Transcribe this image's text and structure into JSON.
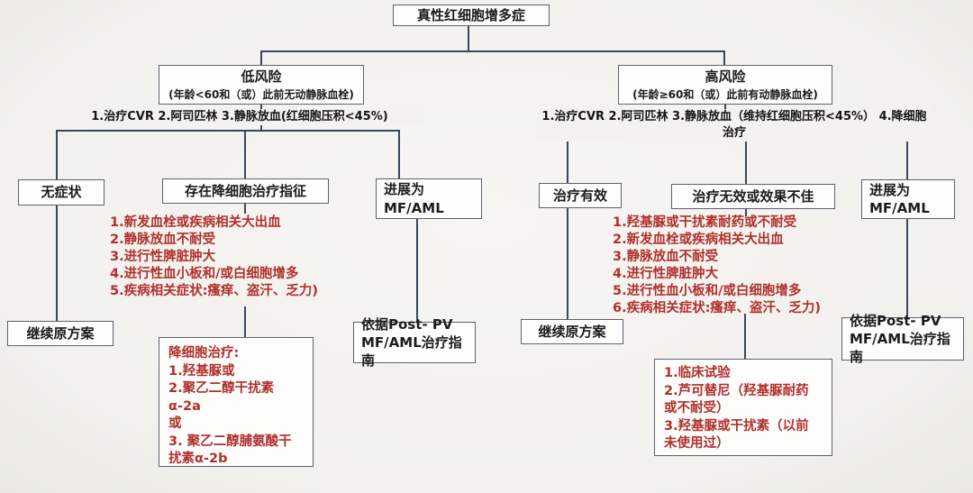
{
  "colors": {
    "background": "#f3f2ef",
    "box_background": "#fdfdfc",
    "box_border": "#5a6372",
    "connector_line": "#3a4760",
    "text_black": "#1c1c1c",
    "text_red": "#b0302c"
  },
  "root": {
    "label": "真性红细胞增多症"
  },
  "low_risk": {
    "title": "低风险",
    "subtitle": "(年龄<60和（或）此前无动静脉血栓)",
    "treatment": "1.治疗CVR 2.阿司匹林 3.静脉放血(红细胞压积<45%)",
    "nodes": {
      "asymptomatic": "无症状",
      "indication": "存在降细胞治疗指征",
      "progression": "进展为\nMF/AML"
    },
    "criteria": [
      "1.新发血栓或疾病相关大出血",
      "2.静脉放血不耐受",
      "3.进行性脾脏肿大",
      "4.进行性血小板和/或白细胞增多",
      "5.疾病相关症状:瘙痒、盗汗、乏力)"
    ],
    "outcomes": {
      "continue": "继续原方案",
      "cytoreduction": "降细胞治疗:\n1.羟基脲或\n2.聚乙二醇干扰素α-2a\n或\n3. 聚乙二醇脯氨酸干\n扰素α-2b",
      "guideline": "依据Post- PV\nMF/AML治疗指南"
    }
  },
  "high_risk": {
    "title": "高风险",
    "subtitle": "(年龄≥60和（或）此前有动静脉血栓)",
    "treatment": "1.治疗CVR 2.阿司匹林 3.静脉放血（维持红细胞压积<45%） 4.降细胞治疗",
    "nodes": {
      "effective": "治疗有效",
      "ineffective": "治疗无效或效果不佳",
      "progression": "进展为\nMF/AML"
    },
    "criteria": [
      "1.羟基脲或干扰素耐药或不耐受",
      "2.新发血栓或疾病相关大出血",
      "3.静脉放血不耐受",
      "4.进行性脾脏肿大",
      "5.进行性血小板和/或白细胞增多",
      "6.疾病相关症状:瘙痒、盗汗、乏力)"
    ],
    "outcomes": {
      "continue": "继续原方案",
      "options": "1.临床试验\n2.芦可替尼（羟基脲耐药\n或不耐受）\n3.羟基脲或干扰素（以前\n未使用过）",
      "guideline": "依据Post- PV\nMF/AML治疗指南"
    }
  }
}
